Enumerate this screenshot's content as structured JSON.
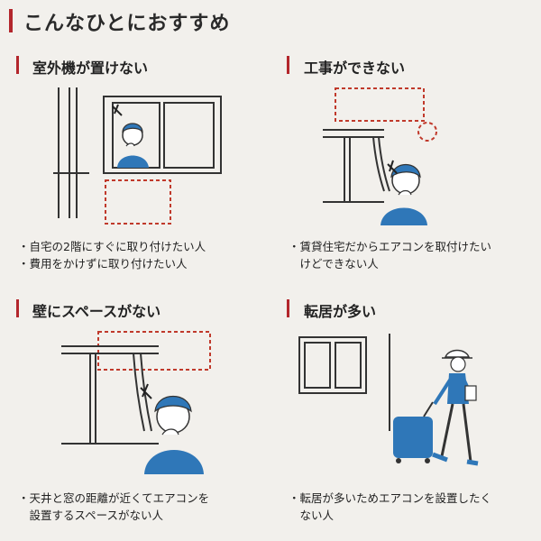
{
  "page_title": "こんなひとにおすすめ",
  "sections": [
    {
      "title": "室外機が置けない",
      "bullets": [
        "・自宅の2階にすぐに取り付けたい人",
        "・費用をかけずに取り付けたい人"
      ]
    },
    {
      "title": "工事ができない",
      "bullets": [
        "・賃貸住宅だからエアコンを取付けたい",
        "　けどできない人"
      ]
    },
    {
      "title": "壁にスペースがない",
      "bullets": [
        "・天井と窓の距離が近くてエアコンを",
        "　設置するスペースがない人"
      ]
    },
    {
      "title": "転居が多い",
      "bullets": [
        "・転居が多いためエアコンを設置したく",
        "　ない人"
      ]
    }
  ],
  "colors": {
    "accent": "#b3262c",
    "person_blue": "#2f77b8",
    "dashed_red": "#c0392b",
    "line": "#333333"
  }
}
